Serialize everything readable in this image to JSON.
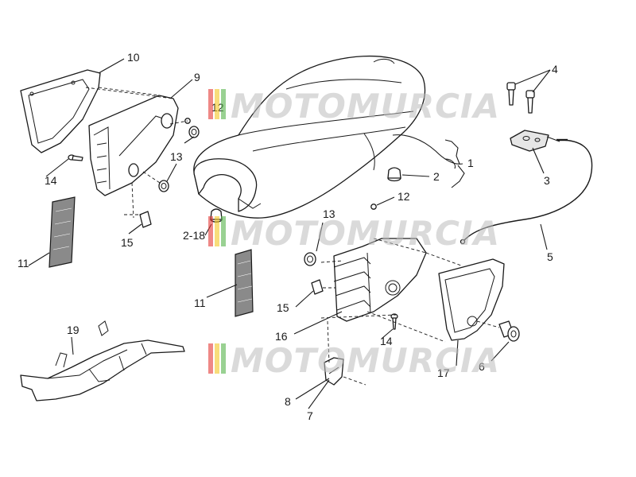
{
  "callouts": {
    "c1": "1",
    "c2": "2",
    "c3": "3",
    "c4": "4",
    "c5": "5",
    "c6": "6",
    "c7": "7",
    "c8": "8",
    "c9": "9",
    "c10": "10",
    "c11a": "11",
    "c11b": "11",
    "c12a": "12",
    "c12b": "12",
    "c13a": "13",
    "c13b": "13",
    "c14a": "14",
    "c14b": "14",
    "c15a": "15",
    "c15b": "15",
    "c16": "16",
    "c17": "17",
    "c218": "2-18",
    "c19": "19"
  },
  "watermark": {
    "text": "MOTOMURCIA",
    "colors": {
      "stripe_red": "#e53935",
      "stripe_yellow": "#f3c623",
      "stripe_green": "#55b24a",
      "letters": "#bcbcbc"
    }
  },
  "colors": {
    "line": "#1a1a1a",
    "background": "#ffffff"
  }
}
